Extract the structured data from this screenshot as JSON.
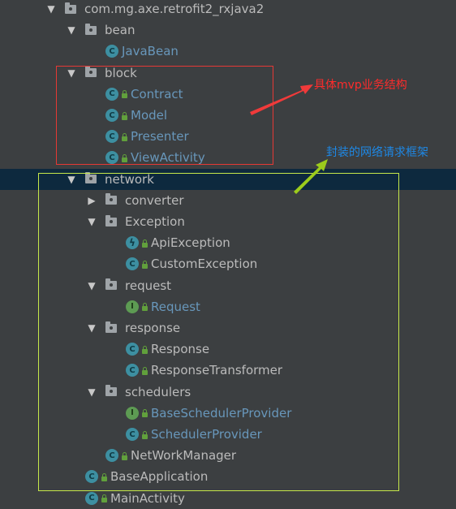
{
  "tree": [
    {
      "label": "com.mg.axe.retrofit2_rxjava2",
      "icon": "package-folder-icon",
      "arrow": "expanded",
      "indent": 0
    },
    {
      "label": "bean",
      "icon": "package-folder-icon",
      "arrow": "expanded",
      "indent": 1
    },
    {
      "label": "JavaBean",
      "icon": "class-icon",
      "arrow": "none",
      "indent": 2,
      "blue": true,
      "lock": false
    },
    {
      "label": "block",
      "icon": "package-folder-icon",
      "arrow": "expanded",
      "indent": 1
    },
    {
      "label": "Contract",
      "icon": "class-icon",
      "arrow": "none",
      "indent": 2,
      "blue": true,
      "lock": true
    },
    {
      "label": "Model",
      "icon": "class-icon",
      "arrow": "none",
      "indent": 2,
      "blue": true,
      "lock": true
    },
    {
      "label": "Presenter",
      "icon": "class-icon",
      "arrow": "none",
      "indent": 2,
      "blue": true,
      "lock": true
    },
    {
      "label": "ViewActivity",
      "icon": "class-icon",
      "arrow": "none",
      "indent": 2,
      "blue": true,
      "lock": true
    },
    {
      "label": "network",
      "icon": "package-folder-icon",
      "arrow": "expanded",
      "indent": 1,
      "selected": true
    },
    {
      "label": "converter",
      "icon": "package-folder-icon",
      "arrow": "collapsed",
      "indent": 2
    },
    {
      "label": "Exception",
      "icon": "package-folder-icon",
      "arrow": "expanded",
      "indent": 2
    },
    {
      "label": "ApiException",
      "icon": "exception-class-icon",
      "arrow": "none",
      "indent": 3,
      "lock": true
    },
    {
      "label": "CustomException",
      "icon": "class-icon",
      "arrow": "none",
      "indent": 3,
      "lock": true
    },
    {
      "label": "request",
      "icon": "package-folder-icon",
      "arrow": "expanded",
      "indent": 2
    },
    {
      "label": "Request",
      "icon": "interface-icon",
      "arrow": "none",
      "indent": 3,
      "blue": true,
      "lock": true
    },
    {
      "label": "response",
      "icon": "package-folder-icon",
      "arrow": "expanded",
      "indent": 2
    },
    {
      "label": "Response",
      "icon": "class-icon",
      "arrow": "none",
      "indent": 3,
      "lock": true
    },
    {
      "label": "ResponseTransformer",
      "icon": "class-icon",
      "arrow": "none",
      "indent": 3,
      "lock": true
    },
    {
      "label": "schedulers",
      "icon": "package-folder-icon",
      "arrow": "expanded",
      "indent": 2
    },
    {
      "label": "BaseSchedulerProvider",
      "icon": "interface-icon",
      "arrow": "none",
      "indent": 3,
      "blue": true,
      "lock": true
    },
    {
      "label": "SchedulerProvider",
      "icon": "class-icon",
      "arrow": "none",
      "indent": 3,
      "blue": true,
      "lock": true
    },
    {
      "label": "NetWorkManager",
      "icon": "class-icon",
      "arrow": "none",
      "indent": 2,
      "lock": true
    },
    {
      "label": "BaseApplication",
      "icon": "class-icon",
      "arrow": "none",
      "indent": 1,
      "lock": true
    },
    {
      "label": "MainActivity",
      "icon": "class-icon",
      "arrow": "none",
      "indent": 1,
      "lock": true
    }
  ],
  "annotations": {
    "mvp": {
      "text": "具体mvp业务结构",
      "color": "#ff2b2b"
    },
    "network": {
      "text": "封装的网络请求框架",
      "color": "#1e88e5"
    }
  },
  "colors": {
    "background": "#3c3f41",
    "selection": "#0d293e",
    "red_box": "#e53935",
    "green_box": "#c6e84a",
    "green_arrow": "#9ccc1c"
  }
}
